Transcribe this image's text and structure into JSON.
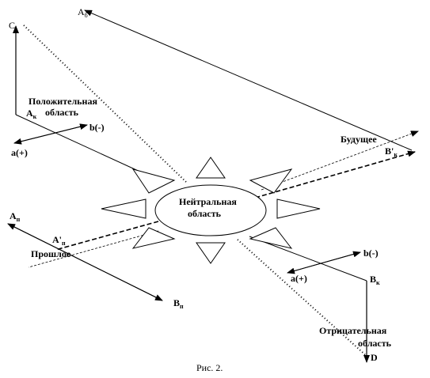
{
  "labels": {
    "C": "C",
    "A_b": "A",
    "A_b_sub": "б",
    "positive_line1": "Положительная",
    "positive_line2": "область",
    "A_k": "A",
    "A_k_sub": "к",
    "b_minus": "b(-)",
    "a_plus": "a(+)",
    "future": "Будущее",
    "B_prime": "B'",
    "B_prime_sub": "к",
    "neutral_line1": "Нейтральная",
    "neutral_line2": "область",
    "A_p": "A",
    "A_p_sub": "п",
    "A_prime": "A'",
    "A_prime_sub": "п",
    "past": "Прошлое",
    "b_minus_2": "b(-)",
    "a_plus_2": "a(+)",
    "B_k": "B",
    "B_k_sub": "к",
    "B_p": "B",
    "B_p_sub": "п",
    "negative_line1": "Отрицательная",
    "negative_line2": "область",
    "D": "D",
    "caption": "Рис. 2."
  }
}
